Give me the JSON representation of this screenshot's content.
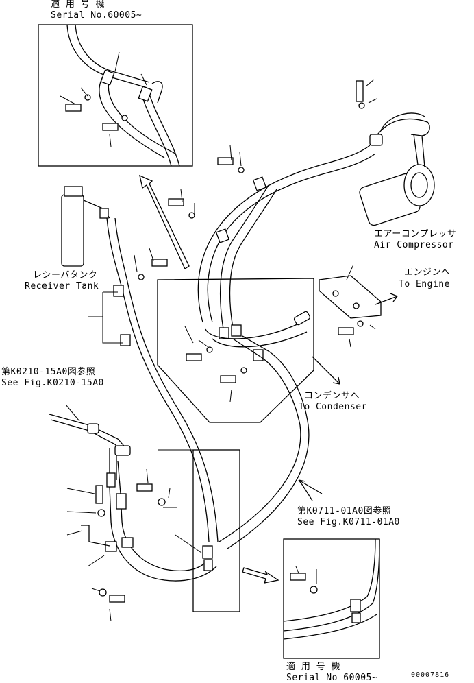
{
  "labels": {
    "top_serial_jp": "適 用 号 機",
    "top_serial_en": "Serial No.60005~",
    "air_compressor_jp": "エアーコンプレッサ",
    "air_compressor_en": "Air Compressor",
    "receiver_tank_jp": "レシーバタンク",
    "receiver_tank_en": "Receiver Tank",
    "to_engine_jp": "エンジンへ",
    "to_engine_en": "To Engine",
    "to_condenser_jp": "コンデンサへ",
    "to_condenser_en": "To Condenser",
    "see_fig_1_jp": "第K0210-15A0図参照",
    "see_fig_1_en": "See Fig.K0210-15A0",
    "see_fig_2_jp": "第K0711-01A0図参照",
    "see_fig_2_en": "See Fig.K0711-01A0",
    "bottom_serial_jp": "適 用 号 機",
    "bottom_serial_en": "Serial No 60005~",
    "drawing_number": "00007816"
  }
}
